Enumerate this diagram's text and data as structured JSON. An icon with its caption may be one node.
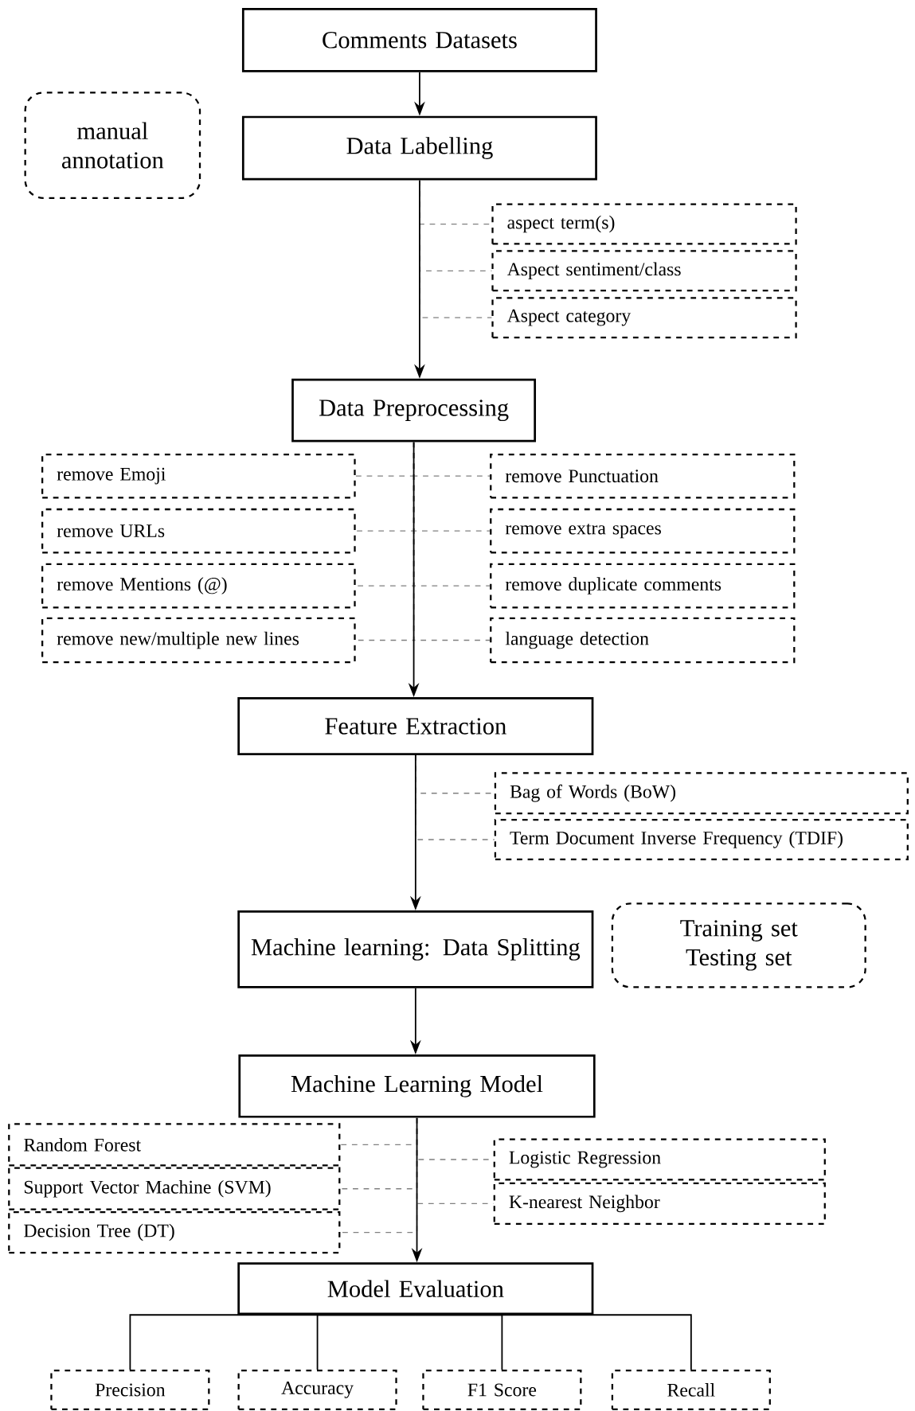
{
  "diagram": {
    "nodes": [
      {
        "text": [
          "Comments Datasets"
        ]
      },
      {
        "text": [
          "manual annotation"
        ]
      },
      {
        "text": [
          "Data Labelling"
        ]
      },
      {
        "text": [
          "aspect term(s)"
        ]
      },
      {
        "text": [
          "Aspect sentiment/class"
        ]
      },
      {
        "text": [
          "Aspect category"
        ]
      },
      {
        "text": [
          "Data Preprocessing"
        ]
      },
      {
        "text": [
          "remove Emoji"
        ]
      },
      {
        "text": [
          "remove Punctuation"
        ]
      },
      {
        "text": [
          "remove URLs"
        ]
      },
      {
        "text": [
          "remove extra spaces"
        ]
      },
      {
        "text": [
          "remove Mentions (@)"
        ]
      },
      {
        "text": [
          "remove duplicate comments"
        ]
      },
      {
        "text": [
          "remove new/multiple new lines"
        ]
      },
      {
        "text": [
          "language detection"
        ]
      },
      {
        "text": [
          "Feature Extraction"
        ]
      },
      {
        "text": [
          "Bag of Words (BoW)"
        ]
      },
      {
        "text": [
          "Term Document Inverse Frequency (TDIF)"
        ]
      },
      {
        "text": [
          "Machine learning: Data Splitting"
        ]
      },
      {
        "text": [
          "Training set",
          "Testing set"
        ]
      },
      {
        "text": [
          "Machine Learning Model"
        ]
      },
      {
        "text": [
          "Random Forest"
        ]
      },
      {
        "text": [
          "Support Vector Machine (SVM)"
        ]
      },
      {
        "text": [
          "Decision Tree (DT)"
        ]
      },
      {
        "text": [
          "Logistic Regression"
        ]
      },
      {
        "text": [
          "K-nearest Neighbor"
        ]
      },
      {
        "text": [
          "Model Evaluation"
        ]
      },
      {
        "text": [
          "Precision"
        ]
      },
      {
        "text": [
          "Accuracy"
        ]
      },
      {
        "text": [
          "F1 Score"
        ]
      },
      {
        "text": [
          "Recall"
        ]
      }
    ],
    "edges": [
      {
        "from": 0,
        "to": 2,
        "arrow": "to",
        "color": "#000000"
      },
      {
        "from": 2,
        "to": 3,
        "arrow": "none",
        "style": "dashed"
      },
      {
        "from": 2,
        "to": 4,
        "arrow": "none",
        "style": "dashed"
      },
      {
        "from": 2,
        "to": 5,
        "arrow": "none",
        "style": "dashed"
      },
      {
        "from": 2,
        "to": 6,
        "arrow": "to",
        "color": "#000000"
      },
      {
        "from": 6,
        "to": 7,
        "arrow": "none",
        "style": "dashed"
      },
      {
        "from": 6,
        "to": 8,
        "arrow": "none",
        "style": "dashed"
      },
      {
        "from": 6,
        "to": 9,
        "arrow": "none",
        "style": "dashed"
      },
      {
        "from": 6,
        "to": 10,
        "arrow": "none",
        "style": "dashed"
      },
      {
        "from": 6,
        "to": 11,
        "arrow": "none",
        "style": "dashed"
      },
      {
        "from": 6,
        "to": 12,
        "arrow": "none",
        "style": "dashed"
      },
      {
        "from": 6,
        "to": 13,
        "arrow": "none",
        "style": "dashed"
      },
      {
        "from": 6,
        "to": 14,
        "arrow": "none",
        "style": "dashed"
      },
      {
        "from": 6,
        "to": 15,
        "arrow": "to",
        "color": "#000000"
      },
      {
        "from": 15,
        "to": 16,
        "arrow": "none",
        "style": "dashed"
      },
      {
        "from": 15,
        "to": 17,
        "arrow": "none",
        "style": "dashed"
      },
      {
        "from": 15,
        "to": 18,
        "arrow": "to",
        "color": "#000000"
      },
      {
        "from": 18,
        "to": 20,
        "arrow": "to",
        "color": "#000000"
      },
      {
        "from": 20,
        "to": 21,
        "arrow": "none",
        "style": "dashed"
      },
      {
        "from": 20,
        "to": 22,
        "arrow": "none",
        "style": "dashed"
      },
      {
        "from": 20,
        "to": 23,
        "arrow": "none",
        "style": "dashed"
      },
      {
        "from": 20,
        "to": 24,
        "arrow": "none",
        "style": "dashed"
      },
      {
        "from": 20,
        "to": 25,
        "arrow": "none",
        "style": "dashed"
      },
      {
        "from": 20,
        "to": 26,
        "arrow": "to",
        "color": "#000000"
      },
      {
        "from": 26,
        "to": 27,
        "arrow": "none",
        "color": "#000000"
      },
      {
        "from": 26,
        "to": 28,
        "arrow": "none",
        "color": "#000000"
      },
      {
        "from": 26,
        "to": 29,
        "arrow": "none",
        "color": "#000000"
      },
      {
        "from": 26,
        "to": 30,
        "arrow": "none",
        "color": "#000000"
      }
    ]
  }
}
